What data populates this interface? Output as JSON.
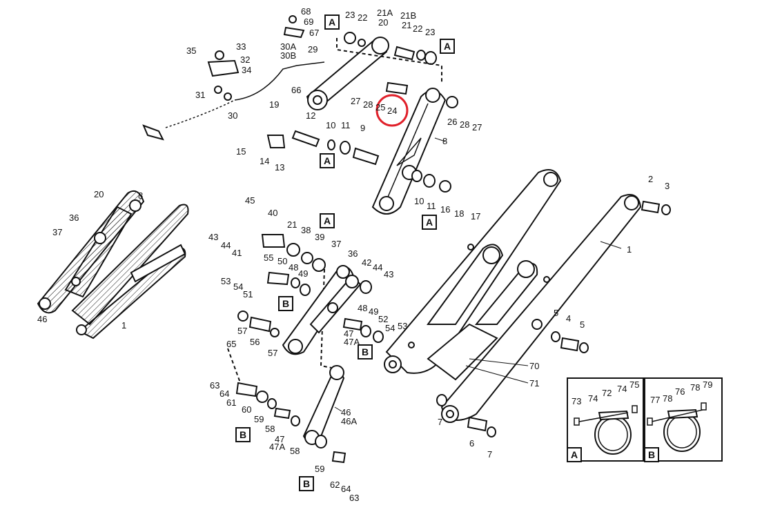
{
  "callouts": [
    {
      "id": "c68",
      "text": "68"
    },
    {
      "id": "c69",
      "text": "69"
    },
    {
      "id": "c67",
      "text": "67"
    },
    {
      "id": "c23a",
      "text": "23"
    },
    {
      "id": "c22a",
      "text": "22"
    },
    {
      "id": "c21A",
      "text": "21A"
    },
    {
      "id": "c20a",
      "text": "20"
    },
    {
      "id": "c21B",
      "text": "21B"
    },
    {
      "id": "c21a",
      "text": "21"
    },
    {
      "id": "c22b",
      "text": "22"
    },
    {
      "id": "c23b",
      "text": "23"
    },
    {
      "id": "c35",
      "text": "35"
    },
    {
      "id": "c33",
      "text": "33"
    },
    {
      "id": "c32",
      "text": "32"
    },
    {
      "id": "c34",
      "text": "34"
    },
    {
      "id": "c30A",
      "text": "30A"
    },
    {
      "id": "c30B",
      "text": "30B"
    },
    {
      "id": "c29",
      "text": "29"
    },
    {
      "id": "c66",
      "text": "66"
    },
    {
      "id": "c31",
      "text": "31"
    },
    {
      "id": "c30",
      "text": "30"
    },
    {
      "id": "c27a",
      "text": "27"
    },
    {
      "id": "c28a",
      "text": "28"
    },
    {
      "id": "c25",
      "text": "25"
    },
    {
      "id": "c24",
      "text": "24"
    },
    {
      "id": "c26",
      "text": "26"
    },
    {
      "id": "c28b",
      "text": "28"
    },
    {
      "id": "c27b",
      "text": "27"
    },
    {
      "id": "c19",
      "text": "19"
    },
    {
      "id": "c12",
      "text": "12"
    },
    {
      "id": "c10a",
      "text": "10"
    },
    {
      "id": "c11a",
      "text": "11"
    },
    {
      "id": "c9",
      "text": "9"
    },
    {
      "id": "c8a",
      "text": "8"
    },
    {
      "id": "c15",
      "text": "15"
    },
    {
      "id": "c14",
      "text": "14"
    },
    {
      "id": "c13",
      "text": "13"
    },
    {
      "id": "c10b",
      "text": "10"
    },
    {
      "id": "c11b",
      "text": "11"
    },
    {
      "id": "c16",
      "text": "16"
    },
    {
      "id": "c18",
      "text": "18"
    },
    {
      "id": "c17",
      "text": "17"
    },
    {
      "id": "c2",
      "text": "2"
    },
    {
      "id": "c3",
      "text": "3"
    },
    {
      "id": "c1a",
      "text": "1"
    },
    {
      "id": "c20b",
      "text": "20"
    },
    {
      "id": "c8b",
      "text": "8"
    },
    {
      "id": "c36a",
      "text": "36"
    },
    {
      "id": "c37a",
      "text": "37"
    },
    {
      "id": "c46a",
      "text": "46"
    },
    {
      "id": "c1b",
      "text": "1"
    },
    {
      "id": "c45",
      "text": "45"
    },
    {
      "id": "c40",
      "text": "40"
    },
    {
      "id": "c21b",
      "text": "21"
    },
    {
      "id": "c38",
      "text": "38"
    },
    {
      "id": "c39",
      "text": "39"
    },
    {
      "id": "c43a",
      "text": "43"
    },
    {
      "id": "c44a",
      "text": "44"
    },
    {
      "id": "c41",
      "text": "41"
    },
    {
      "id": "c37b",
      "text": "37"
    },
    {
      "id": "c36b",
      "text": "36"
    },
    {
      "id": "c42",
      "text": "42"
    },
    {
      "id": "c44b",
      "text": "44"
    },
    {
      "id": "c43b",
      "text": "43"
    },
    {
      "id": "c55",
      "text": "55"
    },
    {
      "id": "c50",
      "text": "50"
    },
    {
      "id": "c48a",
      "text": "48"
    },
    {
      "id": "c49a",
      "text": "49"
    },
    {
      "id": "c53a",
      "text": "53"
    },
    {
      "id": "c54a",
      "text": "54"
    },
    {
      "id": "c51",
      "text": "51"
    },
    {
      "id": "c57a",
      "text": "57"
    },
    {
      "id": "c56",
      "text": "56"
    },
    {
      "id": "c57b",
      "text": "57"
    },
    {
      "id": "c48b",
      "text": "48"
    },
    {
      "id": "c49b",
      "text": "49"
    },
    {
      "id": "c47a",
      "text": "47"
    },
    {
      "id": "c47Aa",
      "text": "47A"
    },
    {
      "id": "c52",
      "text": "52"
    },
    {
      "id": "c54b",
      "text": "54"
    },
    {
      "id": "c53b",
      "text": "53"
    },
    {
      "id": "c5a",
      "text": "5"
    },
    {
      "id": "c4",
      "text": "4"
    },
    {
      "id": "c5b",
      "text": "5"
    },
    {
      "id": "c70",
      "text": "70"
    },
    {
      "id": "c71",
      "text": "71"
    },
    {
      "id": "c65",
      "text": "65"
    },
    {
      "id": "c63a",
      "text": "63"
    },
    {
      "id": "c64a",
      "text": "64"
    },
    {
      "id": "c61",
      "text": "61"
    },
    {
      "id": "c60",
      "text": "60"
    },
    {
      "id": "c59a",
      "text": "59"
    },
    {
      "id": "c58a",
      "text": "58"
    },
    {
      "id": "c47b",
      "text": "47"
    },
    {
      "id": "c47Ab",
      "text": "47A"
    },
    {
      "id": "c58b",
      "text": "58"
    },
    {
      "id": "c46b",
      "text": "46"
    },
    {
      "id": "c46A",
      "text": "46A"
    },
    {
      "id": "c59b",
      "text": "59"
    },
    {
      "id": "c62",
      "text": "62"
    },
    {
      "id": "c64b",
      "text": "64"
    },
    {
      "id": "c63b",
      "text": "63"
    },
    {
      "id": "c7a",
      "text": "7"
    },
    {
      "id": "c6",
      "text": "6"
    },
    {
      "id": "c7b",
      "text": "7"
    },
    {
      "id": "c73",
      "text": "73"
    },
    {
      "id": "c74a",
      "text": "74"
    },
    {
      "id": "c72",
      "text": "72"
    },
    {
      "id": "c74b",
      "text": "74"
    },
    {
      "id": "c75",
      "text": "75"
    },
    {
      "id": "c77",
      "text": "77"
    },
    {
      "id": "c78a",
      "text": "78"
    },
    {
      "id": "c76",
      "text": "76"
    },
    {
      "id": "c78b",
      "text": "78"
    },
    {
      "id": "c79",
      "text": "79"
    }
  ],
  "ref_boxes": [
    {
      "id": "rbA1",
      "text": "A"
    },
    {
      "id": "rbA2",
      "text": "A"
    },
    {
      "id": "rbA3",
      "text": "A"
    },
    {
      "id": "rbA4",
      "text": "A"
    },
    {
      "id": "rbA5",
      "text": "A"
    },
    {
      "id": "rbB1",
      "text": "B"
    },
    {
      "id": "rbB2",
      "text": "B"
    },
    {
      "id": "rbB3",
      "text": "B"
    },
    {
      "id": "rbB4",
      "text": "B"
    }
  ],
  "inset_A_label": "A",
  "inset_B_label": "B",
  "highlight": {
    "target": "24",
    "color": "#e0202a"
  }
}
